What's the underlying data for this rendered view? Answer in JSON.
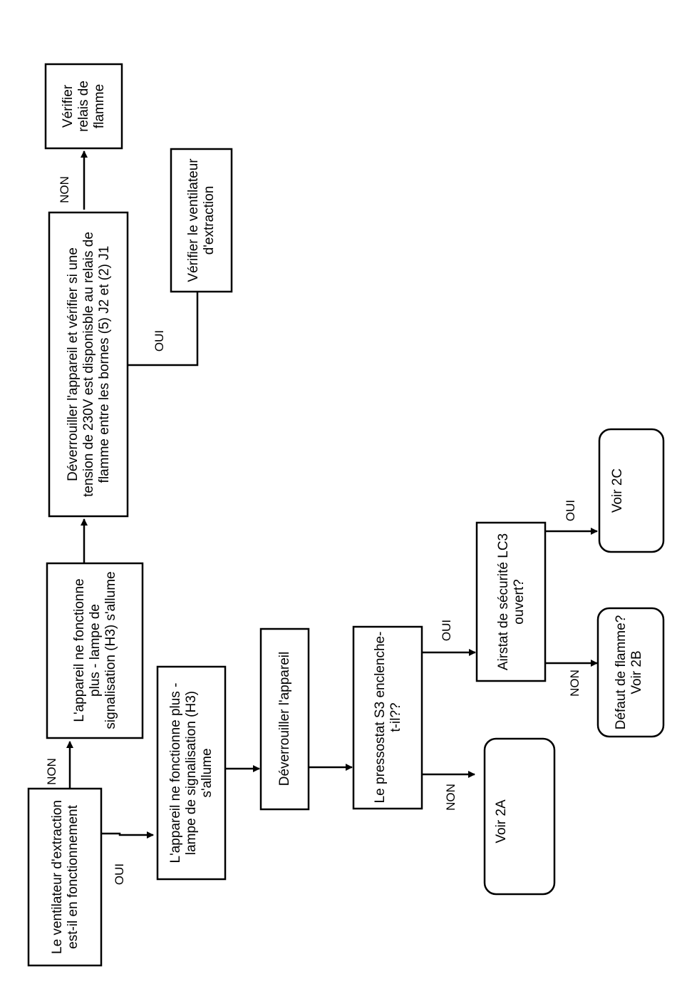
{
  "nodes": {
    "q_fan_running": [
      "Le ventilateur d'extraction",
      "est-il en fonctionnement"
    ],
    "stopped_a": [
      "L'appareil ne fonctionne",
      "plus - lampe de",
      "signalisation (H3) s'allume"
    ],
    "unlock_check_voltage": [
      "Déverrouiller l'appareil et vérifier si  une",
      "tension de 230V est disponisble au relais de",
      "flamme entre les bornes (5) J2 et (2) J1"
    ],
    "check_flame_relay": [
      "Vérifier",
      "relais de",
      "flamme"
    ],
    "check_extraction_fan": [
      "Vérifier le ventilateur",
      "d'extraction"
    ],
    "stopped_b": [
      "L'appareil ne fonctionne plus -",
      "lampe de signalisation (H3)",
      "s'allume"
    ],
    "unlock_device": [
      "Déverrouiller l'appareil"
    ],
    "q_pressostat": [
      "Le pressostat S3 enclenche-",
      "t-il??"
    ],
    "q_airstat": [
      "Airstat de sécurité LC3",
      "ouvert?"
    ],
    "see_2a": [
      "Voir  2A"
    ],
    "see_2b": [
      "Défaut de flamme?",
      "Voir 2B"
    ],
    "see_2c": [
      "Voir 2C"
    ]
  },
  "edge_labels": {
    "fan_no": "NON",
    "fan_yes": "OUI",
    "voltage_no": "NON",
    "voltage_yes": "OUI",
    "pressostat_yes": "OUI",
    "pressostat_no": "NON",
    "airstat_yes": "OUI",
    "airstat_no": "NON"
  }
}
